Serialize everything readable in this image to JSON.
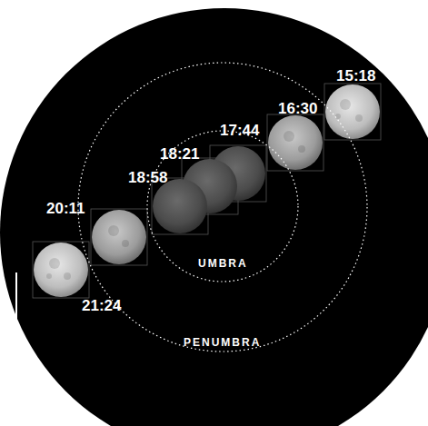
{
  "diagram": {
    "nodes": [
      {
        "text": [
          "PENUMBRA"
        ]
      },
      {
        "text": [
          "UMBRA"
        ],
        "in": 0
      }
    ],
    "labels": [
      "15:18",
      "16:30",
      "17:44",
      "18:21",
      "18:58",
      "20:11",
      "21:24"
    ]
  }
}
